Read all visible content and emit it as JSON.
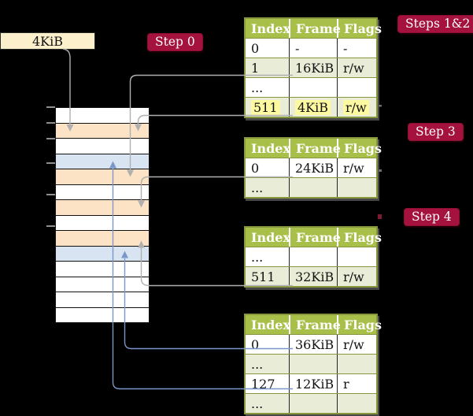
{
  "pointer_box": {
    "label": "4KiB"
  },
  "badges": {
    "step0": "Step 0",
    "steps12": "Steps 1&2",
    "step3": "Step 3",
    "step4": "Step 4"
  },
  "memory": {
    "rows": [
      {
        "kind": "empty"
      },
      {
        "kind": "pagetable"
      },
      {
        "kind": "empty"
      },
      {
        "kind": "page"
      },
      {
        "kind": "pagetable"
      },
      {
        "kind": "empty"
      },
      {
        "kind": "pagetable"
      },
      {
        "kind": "empty"
      },
      {
        "kind": "pagetable"
      },
      {
        "kind": "page"
      },
      {
        "kind": "empty"
      },
      {
        "kind": "empty"
      },
      {
        "kind": "empty"
      },
      {
        "kind": "empty"
      }
    ]
  },
  "tables": [
    {
      "headers": [
        "Index",
        "Frame",
        "Flags"
      ],
      "rows": [
        {
          "cells": [
            "0",
            "-",
            "-"
          ]
        },
        {
          "cells": [
            "1",
            "16KiB",
            "r/w"
          ]
        },
        {
          "cells": [
            "...",
            "",
            ""
          ]
        },
        {
          "cells": [
            "511",
            "4KiB",
            "r/w"
          ]
        }
      ]
    },
    {
      "headers": [
        "Index",
        "Frame",
        "Flags"
      ],
      "rows": [
        {
          "cells": [
            "0",
            "24KiB",
            "r/w"
          ]
        },
        {
          "cells": [
            "...",
            "",
            ""
          ]
        }
      ]
    },
    {
      "headers": [
        "Index",
        "Frame",
        "Flags"
      ],
      "rows": [
        {
          "cells": [
            "...",
            "",
            ""
          ]
        },
        {
          "cells": [
            "511",
            "32KiB",
            "r/w"
          ]
        }
      ]
    },
    {
      "headers": [
        "Index",
        "Frame",
        "Flags"
      ],
      "rows": [
        {
          "cells": [
            "0",
            "36KiB",
            "r/w"
          ]
        },
        {
          "cells": [
            "...",
            "",
            ""
          ]
        },
        {
          "cells": [
            "127",
            "12KiB",
            "r"
          ]
        },
        {
          "cells": [
            "...",
            "",
            ""
          ]
        }
      ]
    }
  ],
  "colors": {
    "background": "#000000",
    "badge_red": "#a5123d",
    "header_green": "#a8bf4a",
    "table_border_olive": "#87973e",
    "row_shade_green": "#e9edd8",
    "frame_pagetable_peach": "#fde3c5",
    "frame_page_blue": "#d9e4f3",
    "pointer_box_cream": "#fcefcb",
    "highlight_yellow": "#fdf9a0",
    "arrow_gray": "#b0b0b0",
    "arrow_blue": "#7b97c9"
  }
}
